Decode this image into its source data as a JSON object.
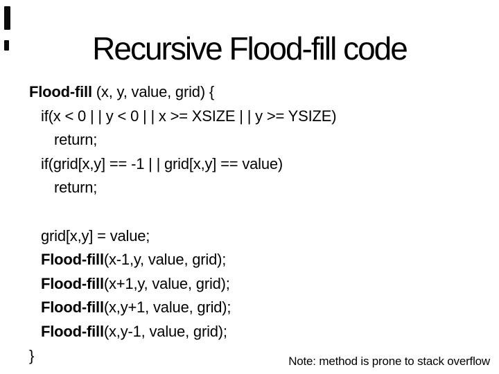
{
  "slide": {
    "title": "Recursive Flood-fill code",
    "code_lines": [
      {
        "indent": 0,
        "bold": "Flood-fill",
        "rest": " (x, y, value, grid) {"
      },
      {
        "indent": 1,
        "bold": "",
        "rest": "if(x < 0 | | y < 0 | | x >= XSIZE | | y >= YSIZE)"
      },
      {
        "indent": 2,
        "bold": "",
        "rest": "return;"
      },
      {
        "indent": 1,
        "bold": "",
        "rest": "if(grid[x,y] == -1 | | grid[x,y] == value)"
      },
      {
        "indent": 2,
        "bold": "",
        "rest": "return;"
      },
      {
        "indent": 1,
        "bold": "",
        "rest": ""
      },
      {
        "indent": 1,
        "bold": "",
        "rest": "grid[x,y] = value;"
      },
      {
        "indent": 1,
        "bold": "Flood-fill",
        "rest": "(x-1,y, value, grid);"
      },
      {
        "indent": 1,
        "bold": "Flood-fill",
        "rest": "(x+1,y, value, grid);"
      },
      {
        "indent": 1,
        "bold": "Flood-fill",
        "rest": "(x,y+1, value, grid);"
      },
      {
        "indent": 1,
        "bold": "Flood-fill",
        "rest": "(x,y-1, value, grid);"
      },
      {
        "indent": 0,
        "bold": "",
        "rest": "}"
      }
    ],
    "footnote": "Note: method is prone to stack overflow",
    "colors": {
      "text": "#000000",
      "background": "#ffffff"
    }
  }
}
